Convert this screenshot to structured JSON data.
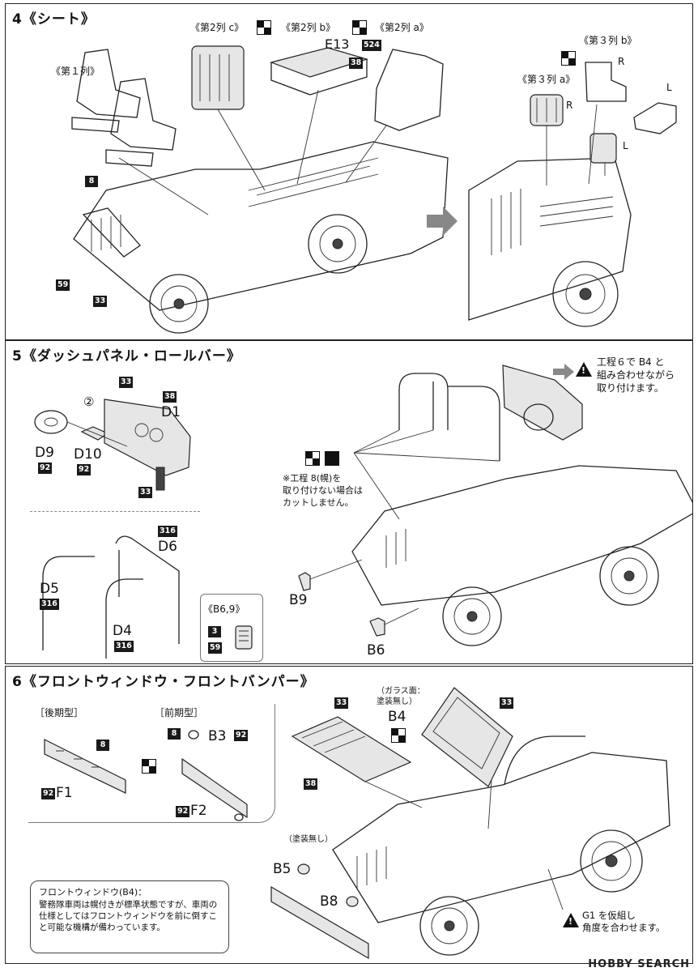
{
  "step4": {
    "title": "4《シート》",
    "labels": {
      "row1": "《第１列》",
      "row2c": "《第2列 c》",
      "row2b": "《第2列 b》",
      "row2a": "《第2列 a》",
      "row3b": "《第３列 b》",
      "row3a": "《第３列 a》",
      "part_e13": "E13",
      "r1": "R",
      "r2": "R",
      "l1": "L",
      "l2": "L"
    },
    "badges": {
      "b524": "524",
      "b38": "38",
      "b8": "8",
      "b59": "59",
      "b33": "33"
    }
  },
  "step5": {
    "title": "5《ダッシュパネル・ロールバー》",
    "labels": {
      "circle2": "②",
      "d1": "D1",
      "d9": "D9",
      "d10": "D10",
      "d6": "D6",
      "d5": "D5",
      "d4": "D4",
      "b69": "《B6,9》",
      "b9": "B9",
      "b6": "B6"
    },
    "badges": {
      "b33a": "33",
      "b38": "38",
      "b92a": "92",
      "b92b": "92",
      "b33b": "33",
      "b316a": "316",
      "b316b": "316",
      "b316c": "316",
      "b3": "3",
      "b59": "59"
    },
    "notes": {
      "cut": "※工程 8(幌)を\n取り付けない場合は\nカットしません。",
      "warn": "工程６で B4 と\n組み合わせながら\n取り付けます。"
    }
  },
  "step6": {
    "title": "6《フロントウィンドウ・フロントバンパー》",
    "labels": {
      "late": "［後期型］",
      "early": "［前期型］",
      "f1": "F1",
      "f2": "F2",
      "b3": "B3",
      "b4": "B4",
      "b5": "B5",
      "b8": "B8",
      "glass": "（ガラス面：\n塗装無し）",
      "nopaint": "（塗装無し）"
    },
    "badges": {
      "b8a": "8",
      "b92a": "92",
      "b8b": "8",
      "b92b": "92",
      "b92c": "92",
      "b33a": "33",
      "b38": "38",
      "b33b": "33"
    },
    "notes": {
      "info_title": "フロントウィンドウ(B4)：",
      "info_body": "警務隊車両は幌付きが標準状態ですが、車両の仕様としてはフロントウィンドウを前に倒すこと可能な機構が備わっています。",
      "g1": "G1 を仮組し\n角度を合わせます。"
    }
  },
  "watermark": "HOBBY SEARCH"
}
